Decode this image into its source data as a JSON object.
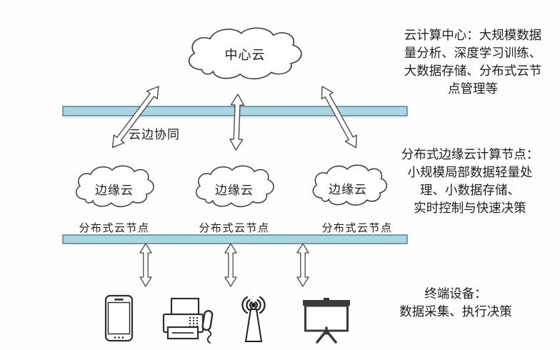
{
  "diagram": {
    "central_cloud_label": "中心云",
    "edge_cloud_labels": [
      "边缘云",
      "边缘云",
      "边缘云"
    ],
    "collab_label": "云边协同",
    "bar_labels": [
      "分布式云节点",
      "分布式云节点",
      "分布式云节点"
    ],
    "annotations": {
      "cloud_center": [
        "云计算中心：大规模数据",
        "量分析、深度学习训练、",
        "大数据存储、分布式云节",
        "点管理等"
      ],
      "edge_nodes": [
        "分布式边缘云计算节点：",
        "小规模局部数据轻量处",
        "理、小数据存储、",
        "实时控制与快速决策"
      ],
      "terminal": [
        "终端设备：",
        "数据采集、执行决策"
      ]
    },
    "icons": [
      "smartphone-icon",
      "fax-machine-icon",
      "antenna-icon",
      "projector-screen-icon"
    ],
    "colors": {
      "bar_fill": "#a9d6e0",
      "bar_border": "#527c89",
      "line": "#3c3c3c"
    }
  }
}
